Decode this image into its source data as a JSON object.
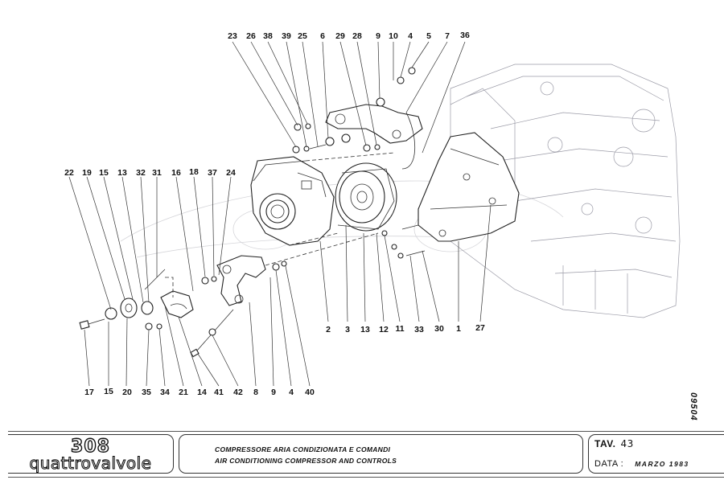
{
  "diagram": {
    "type": "exploded-parts-diagram",
    "subject": "Air conditioning compressor and controls",
    "drawing_number": "09504",
    "callouts_top": [
      "23",
      "26",
      "38",
      "39",
      "25",
      "6",
      "29",
      "28",
      "9",
      "10",
      "4",
      "5",
      "7",
      "36"
    ],
    "callouts_left": [
      "22",
      "19",
      "15",
      "13",
      "32",
      "31",
      "16",
      "18",
      "37",
      "24"
    ],
    "callouts_bottom_left": [
      "17",
      "15",
      "20",
      "35",
      "34",
      "21",
      "14",
      "41",
      "42",
      "8",
      "9",
      "4",
      "40"
    ],
    "callouts_bottom_right": [
      "2",
      "3",
      "13",
      "12",
      "11",
      "33",
      "30",
      "1",
      "27"
    ]
  },
  "titleblock": {
    "logo_model": "308",
    "logo_variant": "quattrovalvole",
    "title_italian": "COMPRESSORE ARIA CONDIZIONATA E COMANDI",
    "title_english": "AIR CONDITIONING COMPRESSOR AND CONTROLS",
    "table_label": "TAV.",
    "table_number": "43",
    "date_label": "DATA :",
    "date_value": "MARZO 1983"
  }
}
